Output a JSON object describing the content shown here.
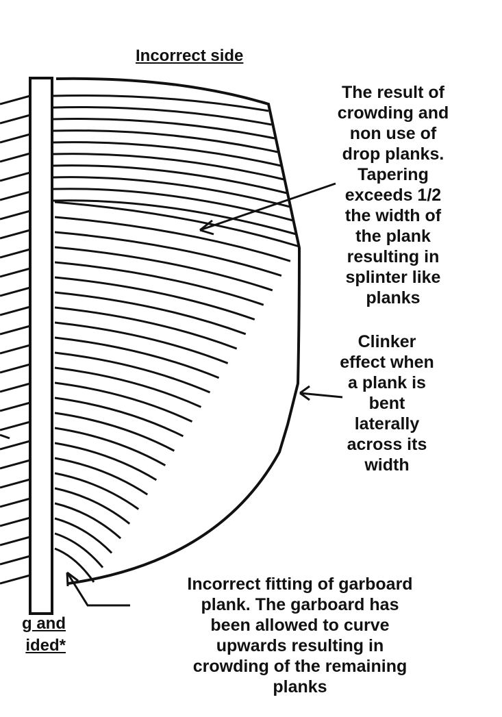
{
  "title": "Incorrect side",
  "annotations": {
    "crowding": [
      "The result of",
      "crowding and",
      "non use of",
      "drop planks.",
      "Tapering",
      "exceeds 1/2",
      "the width of",
      "the plank",
      "resulting in",
      "splinter like",
      "planks"
    ],
    "clinker": [
      "Clinker",
      "effect when",
      "a plank is",
      "bent",
      "laterally",
      "across its",
      "width"
    ],
    "garboard": [
      "Incorrect fitting of garboard",
      "plank. The garboard has",
      "been allowed to curve",
      "upwards resulting in",
      "crowding of the remaining",
      "planks"
    ]
  },
  "cutoff_text": [
    "g and",
    "ided*"
  ],
  "colors": {
    "ink": "#111111",
    "background": "#ffffff"
  }
}
